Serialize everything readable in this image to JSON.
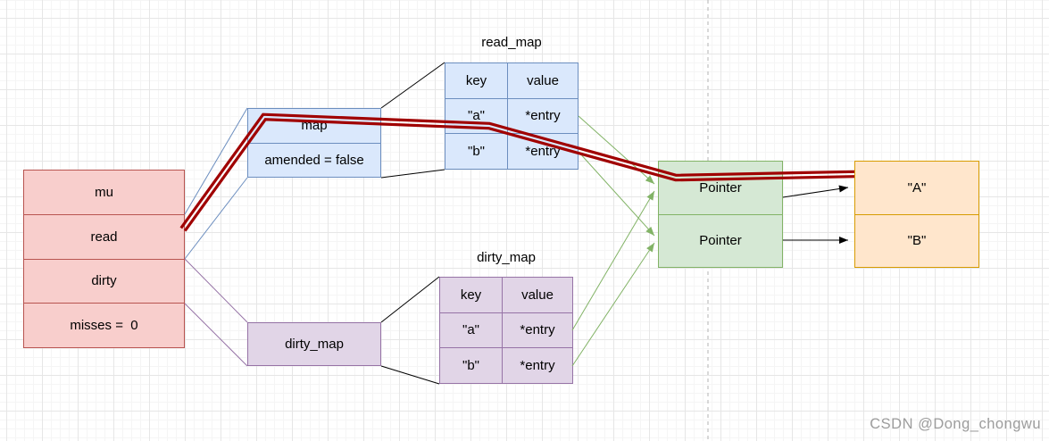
{
  "diagram": {
    "struct_box": {
      "rows": [
        "mu",
        "read",
        "dirty",
        "misses =  0"
      ]
    },
    "map_box": {
      "rows": [
        "map",
        "amended = false"
      ]
    },
    "read_map_table": {
      "title": "read_map",
      "header": [
        "key",
        "value"
      ],
      "rows": [
        [
          "\"a\"",
          "*entry"
        ],
        [
          "\"b\"",
          "*entry"
        ]
      ]
    },
    "dirty_map_box": {
      "label": "dirty_map"
    },
    "dirty_map_table": {
      "title": "dirty_map",
      "header": [
        "key",
        "value"
      ],
      "rows": [
        [
          "\"a\"",
          "*entry"
        ],
        [
          "\"b\"",
          "*entry"
        ]
      ]
    },
    "pointer_box": {
      "rows": [
        "Pointer",
        "Pointer"
      ]
    },
    "value_box": {
      "rows": [
        "\"A\"",
        "\"B\""
      ]
    },
    "colors": {
      "struct_fill": "#f8cecc",
      "struct_stroke": "#b85450",
      "map_fill": "#dae8fc",
      "map_stroke": "#6c8ebf",
      "dirty_fill": "#e1d5e7",
      "dirty_stroke": "#9673a6",
      "pointer_fill": "#d5e8d4",
      "pointer_stroke": "#82b366",
      "value_fill": "#ffe6cc",
      "value_stroke": "#d79b00",
      "highlight_path": "#a00000",
      "page_boundary": "#b3b3b3"
    }
  },
  "watermark": "CSDN @Dong_chongwu"
}
